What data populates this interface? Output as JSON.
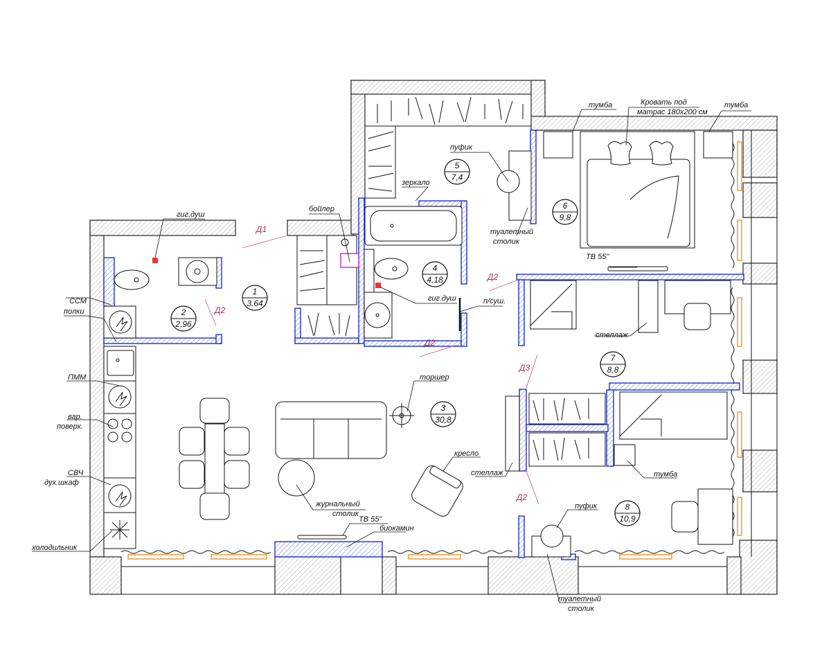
{
  "rooms": [
    {
      "number": "1",
      "area": "3,64"
    },
    {
      "number": "2",
      "area": "2,96"
    },
    {
      "number": "3",
      "area": "30,8"
    },
    {
      "number": "4",
      "area": "4,18"
    },
    {
      "number": "5",
      "area": "7,4"
    },
    {
      "number": "6",
      "area": "9,8"
    },
    {
      "number": "7",
      "area": "8,8"
    },
    {
      "number": "8",
      "area": "10,9"
    }
  ],
  "doors": {
    "d1": "Д1",
    "d2": "Д2",
    "d3": "Д3"
  },
  "labels": {
    "gig_dush": "гиг.душ",
    "boiler": "бойлер",
    "zerkalo": "зеркало",
    "pufik": "пуфик",
    "tualetny": "туалетный",
    "stolik": "столик",
    "tumba": "тумба",
    "bed_line1": "Кровать под",
    "bed_line2": "матрас 180х200 см",
    "tv55": "ТВ 55\"",
    "p_sush": "п/суш.",
    "ssm": "ССМ",
    "polki": "полки",
    "pmm": "ПММ",
    "var": "вар.",
    "poverh": "поверх.",
    "svch": "СВЧ",
    "duh_shkaf": "дух.шкаф",
    "holodilnik": "холодильник",
    "torsher": "торшер",
    "kreslo": "кресло",
    "stellazh": "стеллаж",
    "zhurnalny": "журнальный",
    "biokamin": "биокамин"
  }
}
